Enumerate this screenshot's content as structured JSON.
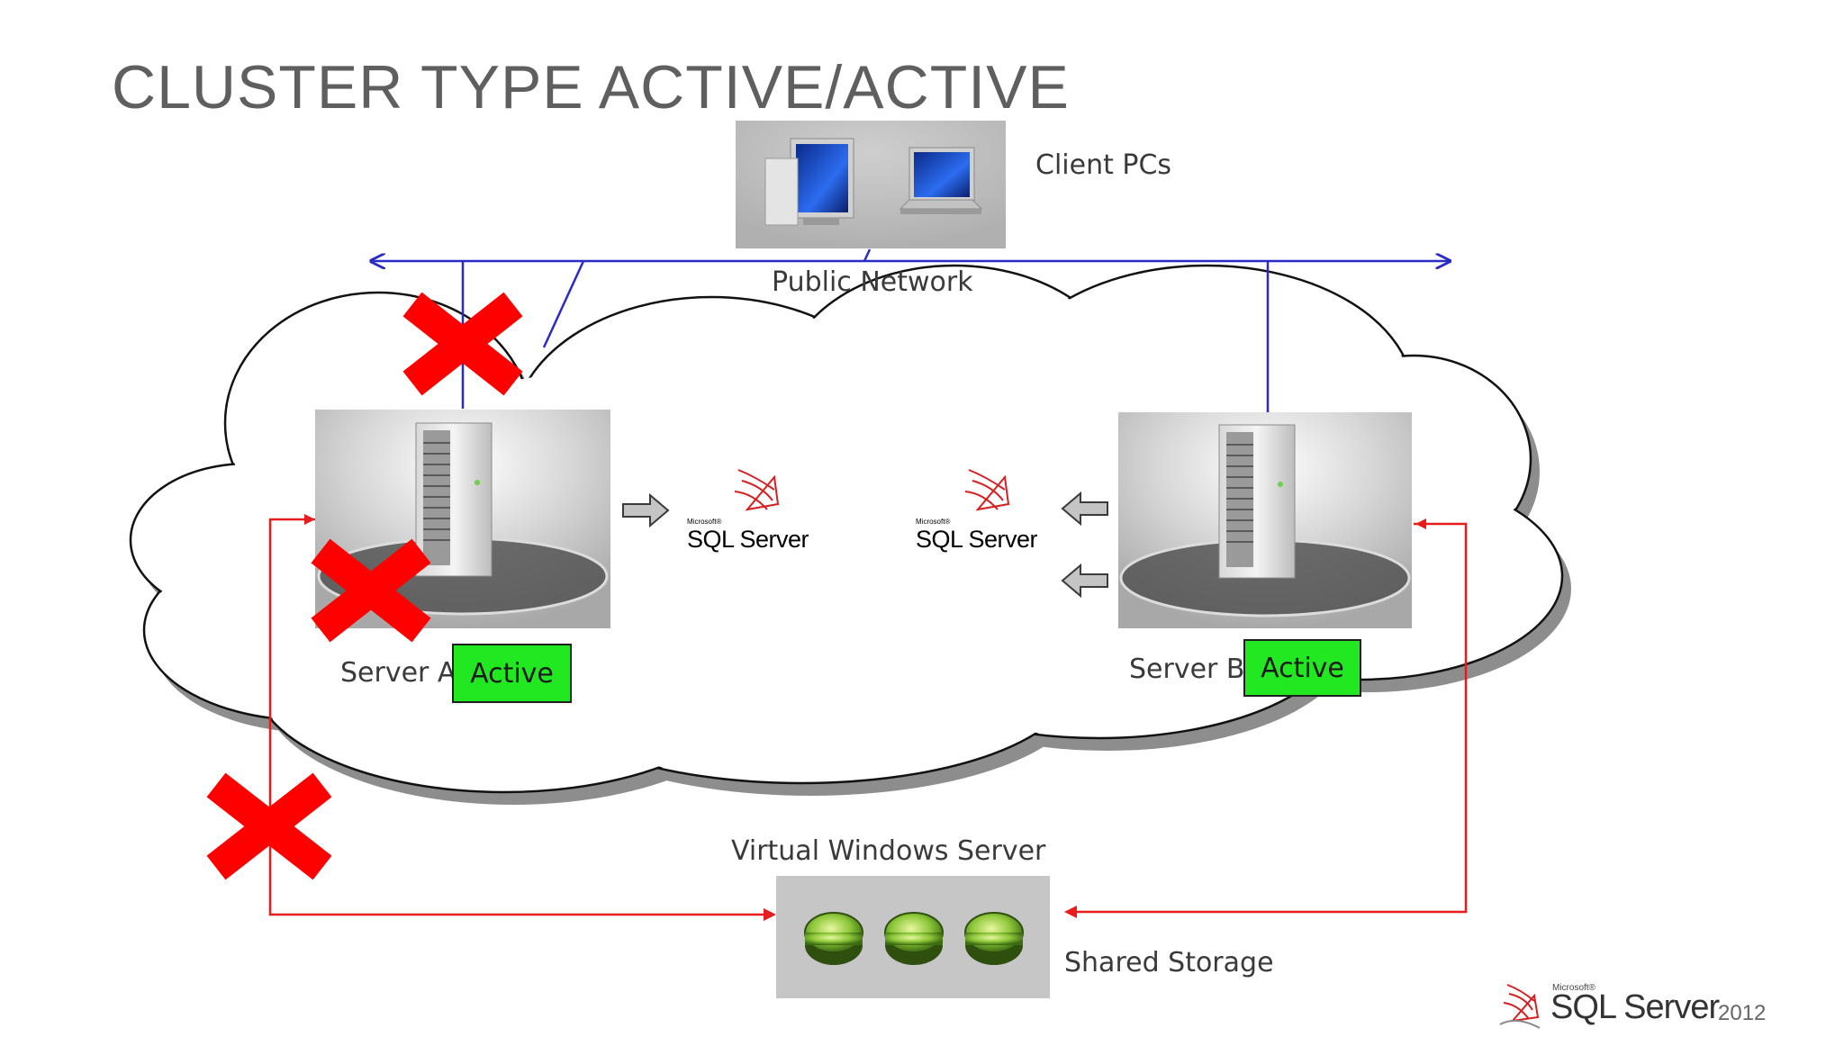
{
  "slide": {
    "title": "CLUSTER TYPE ACTIVE/ACTIVE"
  },
  "labels": {
    "client_pcs": "Client PCs",
    "public_network": "Public Network",
    "virtual_windows_server": "Virtual Windows Server",
    "shared_storage": "Shared Storage",
    "server_a": "Server A",
    "server_b": "Server B"
  },
  "status": {
    "server_a": "Active",
    "server_b": "Active",
    "active_color": "#22e822"
  },
  "sql_logo": {
    "microsoft": "Microsoft®",
    "product": "SQL Server",
    "version": "2012"
  },
  "colors": {
    "public_network_line": "#2a2ac8",
    "storage_link": "#e81c1c",
    "failure_mark": "#ff0000"
  },
  "icons": {
    "failure": "x-cross-icon",
    "storage_disk": "disk-icon",
    "arrow": "arrow-icon"
  }
}
